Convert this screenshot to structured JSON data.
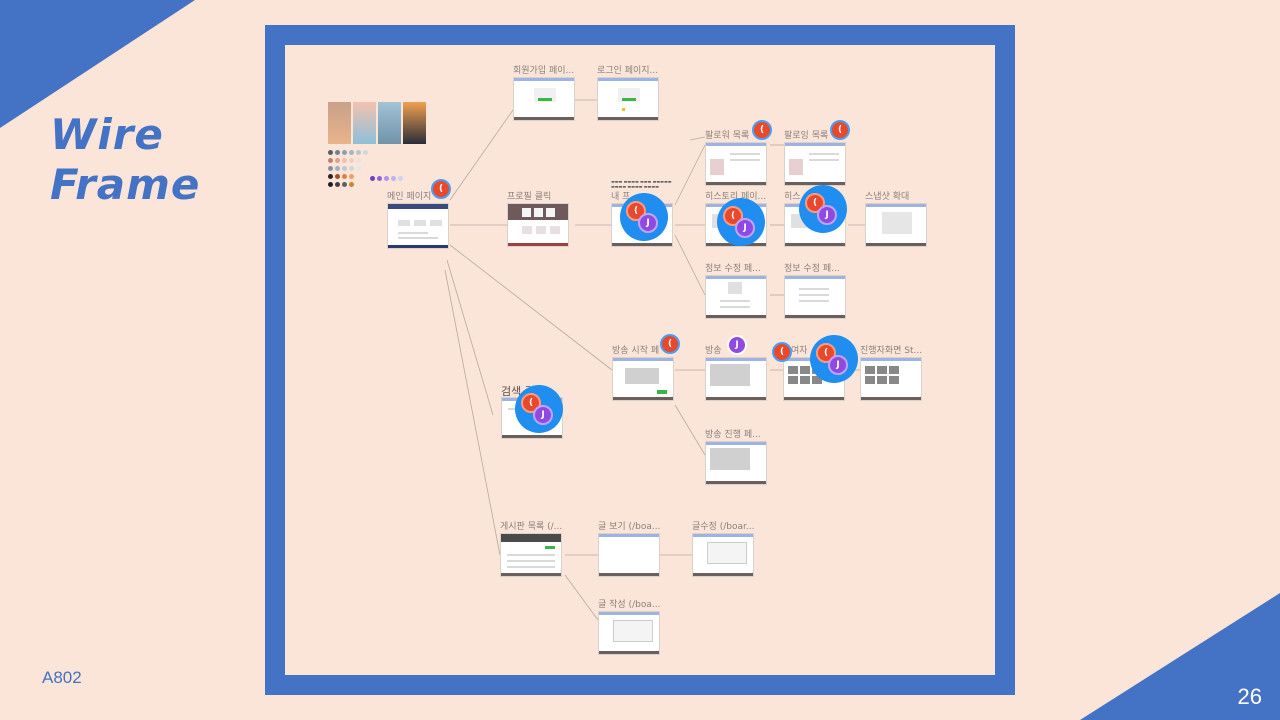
{
  "slide": {
    "title_line1": "Wire",
    "title_line2": "Frame",
    "code": "A802",
    "page_number": "26",
    "accent_color": "#4472c4",
    "background_color": "#fbe5d9"
  },
  "canvas": {
    "nodes": [
      {
        "id": "main",
        "label": "메인 페이지"
      },
      {
        "id": "signup",
        "label": "회원가입 페이..."
      },
      {
        "id": "login",
        "label": "로그인 페이지..."
      },
      {
        "id": "profile_click",
        "label": "프로필 클릭"
      },
      {
        "id": "my",
        "label": "내 프"
      },
      {
        "id": "follow1",
        "label": "팔로워 목록"
      },
      {
        "id": "follow2",
        "label": "팔로잉 목록"
      },
      {
        "id": "history1",
        "label": "히스토리 페이..."
      },
      {
        "id": "history2",
        "label": "히스"
      },
      {
        "id": "snapshot",
        "label": "스냅샷 확대"
      },
      {
        "id": "info1",
        "label": "정보 수정 페..."
      },
      {
        "id": "info2",
        "label": "정보 수정 페..."
      },
      {
        "id": "broadcast_start",
        "label": "방송 시작 페"
      },
      {
        "id": "broadcast2",
        "label": "방송"
      },
      {
        "id": "broadcast3",
        "label": "여자"
      },
      {
        "id": "host_screen",
        "label": "진행자화면 St..."
      },
      {
        "id": "broadcast_progress",
        "label": "방송 진행 페..."
      },
      {
        "id": "search",
        "label": "검색 결"
      },
      {
        "id": "board_list",
        "label": "게시판 목록 (/..."
      },
      {
        "id": "post_view",
        "label": "글 보기 (/boa..."
      },
      {
        "id": "post_edit",
        "label": "글수정 (/boar..."
      },
      {
        "id": "post_write",
        "label": "글 작성 (/boa..."
      }
    ],
    "avatar_c": "(",
    "avatar_j": "J",
    "avatar_c_color": "#e8492b",
    "avatar_j_color": "#8f4ae2",
    "bubble_color": "#1f8ef0"
  }
}
